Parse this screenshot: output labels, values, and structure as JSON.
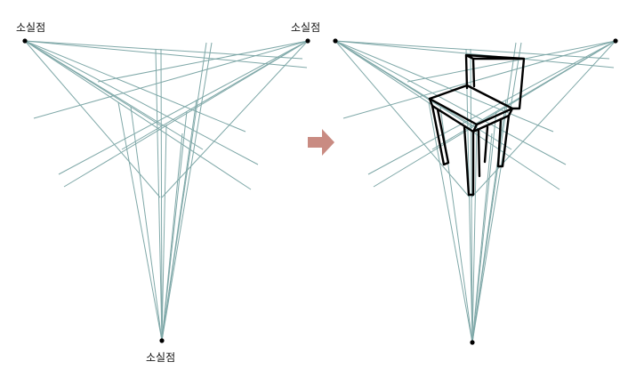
{
  "colors": {
    "guide_line": "#7fa8a8",
    "vanishing_point": "#000000",
    "chair_stroke": "#000000",
    "arrow": "#c98b82",
    "background": "#ffffff"
  },
  "left_diagram": {
    "vp_left_label": "소실점",
    "vp_right_label": "소실점",
    "vp_bottom_label": "소실점"
  },
  "arrow": {
    "icon": "right-arrow-icon"
  },
  "right_diagram": {
    "drawing": "chair-icon"
  }
}
